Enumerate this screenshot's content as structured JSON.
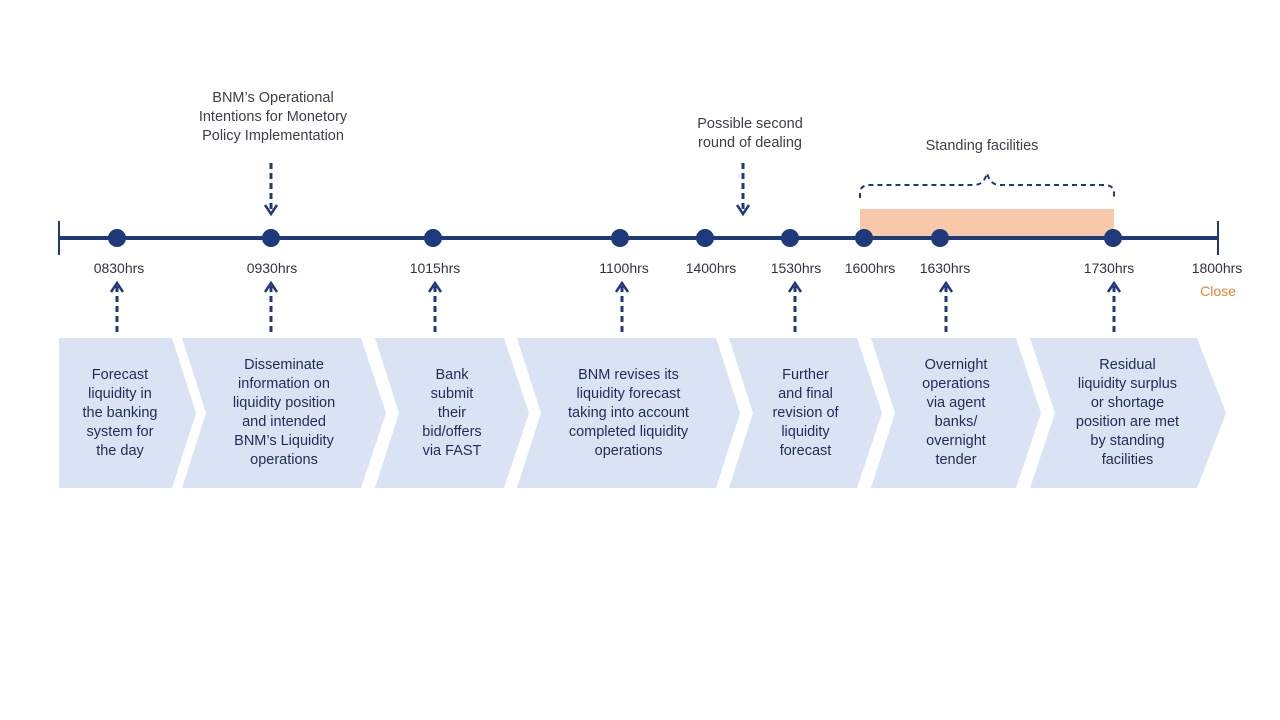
{
  "annotations": {
    "bnm_operational": "BNM’s Operational\nIntentions for Monetory\nPolicy Implementation",
    "second_round": "Possible second\nround of dealing",
    "standing_facilities": "Standing facilities"
  },
  "times": [
    "0830hrs",
    "0930hrs",
    "1015hrs",
    "1100hrs",
    "1400hrs",
    "1530hrs",
    "1600hrs",
    "1630hrs",
    "1730hrs",
    "1800hrs"
  ],
  "close_label": "Close",
  "steps": [
    "Forecast\nliquidity in\nthe banking\nsystem for\nthe day",
    "Disseminate\ninformation on\nliquidity position\nand intended\nBNM’s Liquidity\noperations",
    "Bank\nsubmit\ntheir\nbid/offers\nvia FAST",
    "BNM revises its\nliquidity forecast\ntaking into account\ncompleted liquidity\noperations",
    "Further\nand final\nrevision of\nliquidity\nforecast",
    "Overnight\noperations\nvia agent\nbanks/\novernight\ntender",
    "Residual\nliquidity surplus\nor shortage\nposition are met\nby standing\nfacilities"
  ],
  "colors": {
    "timeline": "#1f3a7a",
    "step_fill": "#d9e3f4",
    "highlight": "#f8c9a8",
    "close": "#e8823a"
  }
}
